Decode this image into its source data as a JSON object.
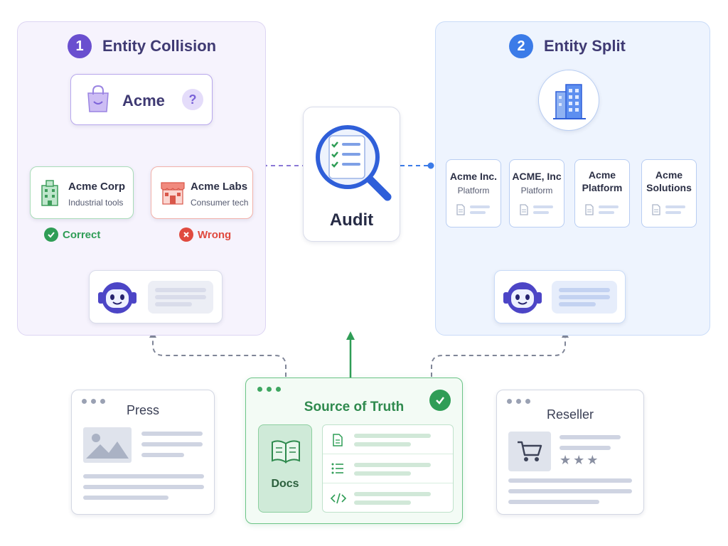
{
  "colors": {
    "purple": "#6a4fcf",
    "blue": "#3b7be8",
    "green": "#2f9d56",
    "red": "#e04a3f",
    "gray": "#8a90a2"
  },
  "left_panel": {
    "number": "1",
    "title": "Entity Collision",
    "root": {
      "label": "Acme",
      "icon": "shopping-bag-icon",
      "help": "?"
    },
    "nodes": [
      {
        "title": "Acme Corp",
        "subtitle": "Industrial tools",
        "icon": "factory-building-icon",
        "status": "Correct"
      },
      {
        "title": "Acme Labs",
        "subtitle": "Consumer tech",
        "icon": "storefront-icon",
        "status": "Wrong"
      }
    ]
  },
  "right_panel": {
    "number": "2",
    "title": "Entity Split",
    "root_icon": "office-building-icon",
    "nodes": [
      {
        "title": "Acme Inc.",
        "subtitle": "Platform"
      },
      {
        "title": "ACME, Inc",
        "subtitle": "Platform"
      },
      {
        "title": "Acme Platform",
        "subtitle": ""
      },
      {
        "title": "Acme Solutions",
        "subtitle": ""
      }
    ]
  },
  "center": {
    "label": "Audit",
    "icon": "magnifier-checklist-icon"
  },
  "sources": {
    "press": {
      "title": "Press",
      "icon": "image-placeholder-icon"
    },
    "source_of_truth": {
      "title": "Source of Truth",
      "docs_label": "Docs",
      "icons": [
        "document-icon",
        "list-icon",
        "code-icon"
      ]
    },
    "reseller": {
      "title": "Reseller",
      "icon": "shopping-cart-icon",
      "rating": "★★★"
    }
  }
}
